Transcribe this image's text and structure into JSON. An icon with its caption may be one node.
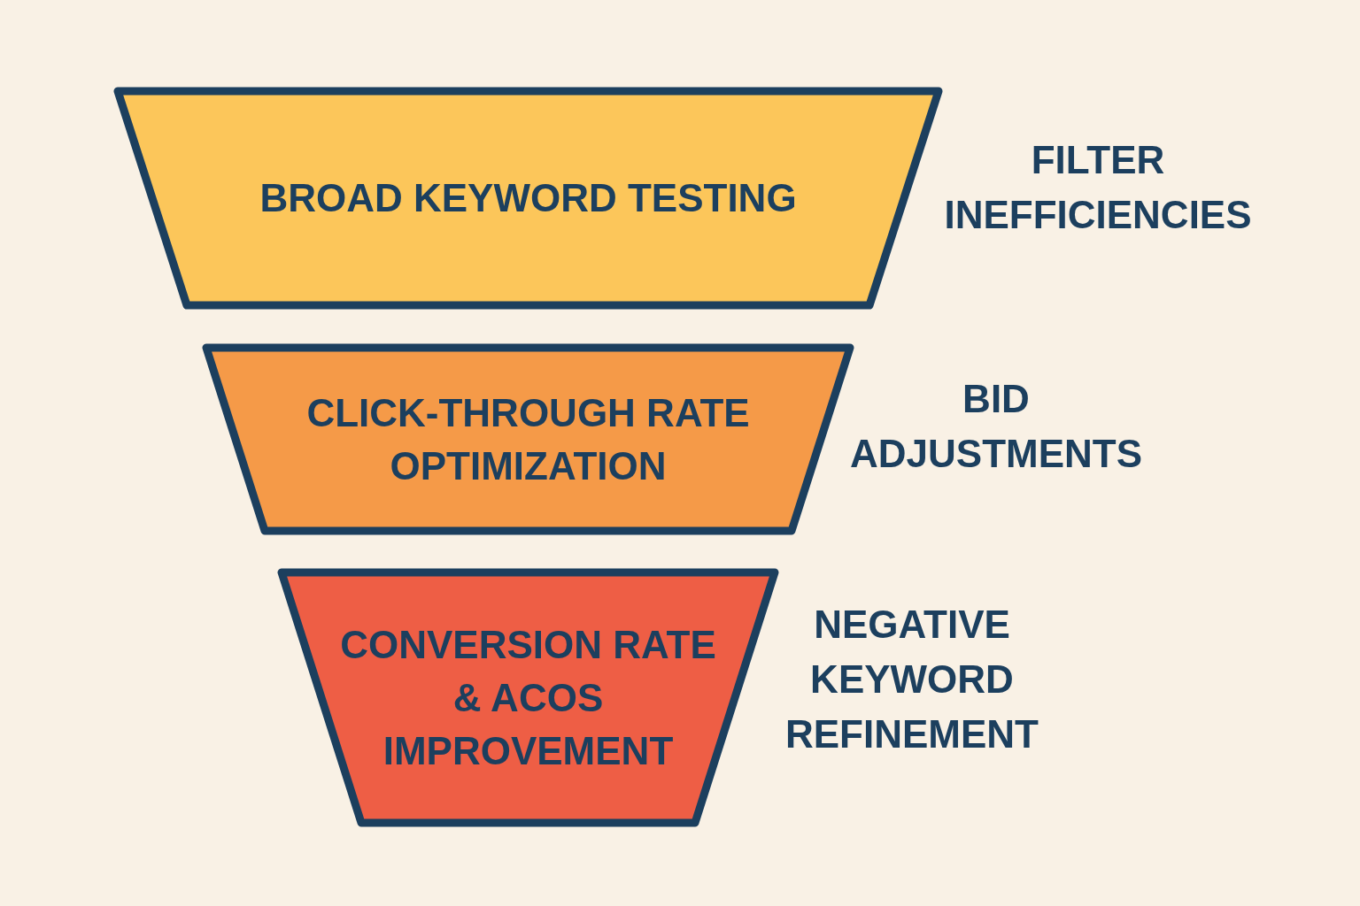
{
  "diagram": {
    "nodes": [
      {
        "text": [
          "BROAD KEYWORD TESTING"
        ],
        "beside": [
          "FILTER INEFFICIENCIES"
        ]
      },
      {
        "text": [
          "CLICK-THROUGH RATE OPTIMIZATION"
        ],
        "beside": [
          "BID ADJUSTMENTS"
        ]
      },
      {
        "text": [
          "CONVERSION RATE & ACOS IMPROVEMENT"
        ],
        "beside": [
          "NEGATIVE KEYWORD REFINEMENT"
        ]
      }
    ]
  }
}
